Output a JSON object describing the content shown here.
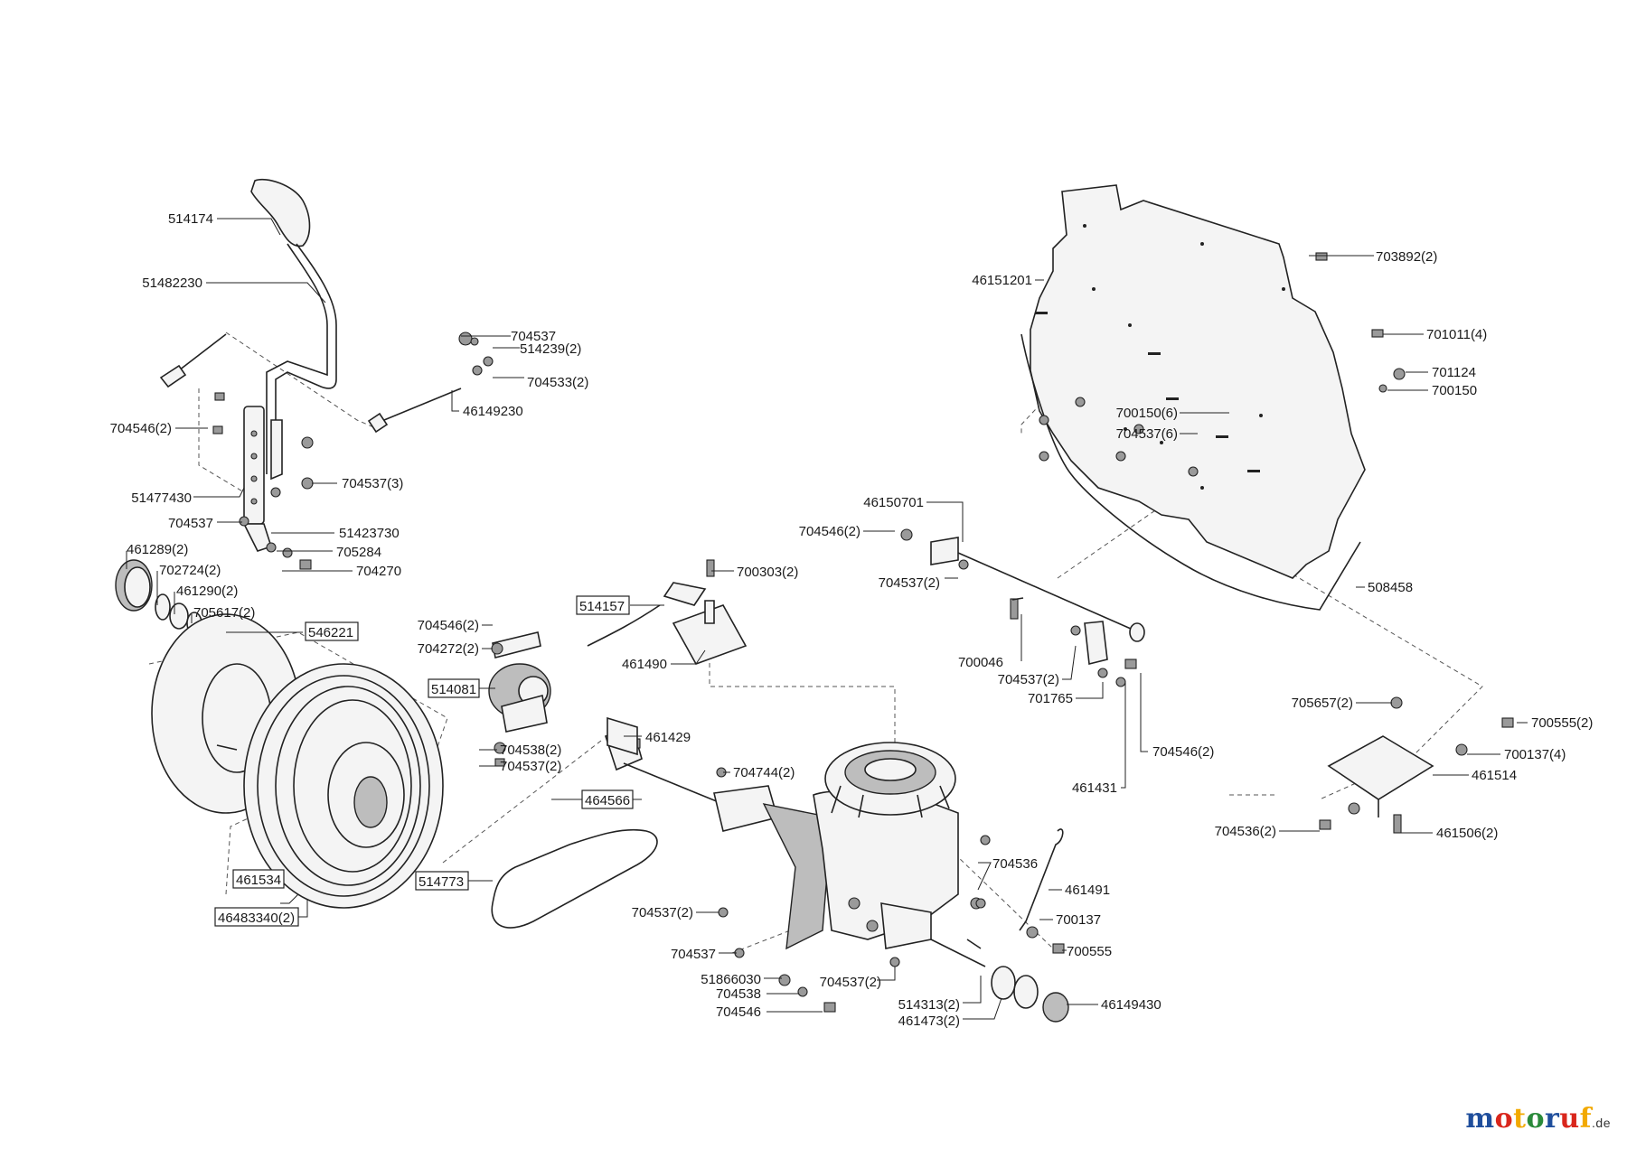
{
  "labels": [
    {
      "id": "l514174",
      "text": "514174",
      "boxed": false
    },
    {
      "id": "l51482230",
      "text": "51482230",
      "boxed": false
    },
    {
      "id": "l704537a",
      "text": "704537",
      "boxed": false
    },
    {
      "id": "l514239",
      "text": "514239(2)",
      "boxed": false
    },
    {
      "id": "l704533",
      "text": "704533(2)",
      "boxed": false
    },
    {
      "id": "l46149230",
      "text": "46149230",
      "boxed": false
    },
    {
      "id": "l704546_2a",
      "text": "704546(2)",
      "boxed": false
    },
    {
      "id": "l704537_3",
      "text": "704537(3)",
      "boxed": false
    },
    {
      "id": "l51477430",
      "text": "51477430",
      "boxed": false
    },
    {
      "id": "l704537b",
      "text": "704537",
      "boxed": false
    },
    {
      "id": "l51423730",
      "text": "51423730",
      "boxed": false
    },
    {
      "id": "l705284",
      "text": "705284",
      "boxed": false
    },
    {
      "id": "l704270",
      "text": "704270",
      "boxed": false
    },
    {
      "id": "l461289",
      "text": "461289(2)",
      "boxed": false
    },
    {
      "id": "l702724",
      "text": "702724(2)",
      "boxed": false
    },
    {
      "id": "l461290",
      "text": "461290(2)",
      "boxed": false
    },
    {
      "id": "l705617",
      "text": "705617(2)",
      "boxed": false
    },
    {
      "id": "l546221",
      "text": "546221",
      "boxed": true
    },
    {
      "id": "l704546_2b",
      "text": "704546(2)",
      "boxed": false
    },
    {
      "id": "l704272",
      "text": "704272(2)",
      "boxed": false
    },
    {
      "id": "l514081",
      "text": "514081",
      "boxed": true
    },
    {
      "id": "l704538_2",
      "text": "704538(2)",
      "boxed": false
    },
    {
      "id": "l704537_2a",
      "text": "704537(2)",
      "boxed": false
    },
    {
      "id": "l514157",
      "text": "514157",
      "boxed": true
    },
    {
      "id": "l700303",
      "text": "700303(2)",
      "boxed": false
    },
    {
      "id": "l461490",
      "text": "461490",
      "boxed": false
    },
    {
      "id": "l461429",
      "text": "461429",
      "boxed": false
    },
    {
      "id": "l464566",
      "text": "464566",
      "boxed": true
    },
    {
      "id": "l704744",
      "text": "704744(2)",
      "boxed": false
    },
    {
      "id": "l461534",
      "text": "461534",
      "boxed": true
    },
    {
      "id": "l514773",
      "text": "514773",
      "boxed": true
    },
    {
      "id": "l46483340",
      "text": "46483340(2)",
      "boxed": true
    },
    {
      "id": "l704537_2b",
      "text": "704537(2)",
      "boxed": false
    },
    {
      "id": "l704537c",
      "text": "704537",
      "boxed": false
    },
    {
      "id": "l51866030",
      "text": "51866030",
      "boxed": false
    },
    {
      "id": "l704538",
      "text": "704538",
      "boxed": false
    },
    {
      "id": "l704546a",
      "text": "704546",
      "boxed": false
    },
    {
      "id": "l704537_2c",
      "text": "704537(2)",
      "boxed": false
    },
    {
      "id": "l514313",
      "text": "514313(2)",
      "boxed": false
    },
    {
      "id": "l461473",
      "text": "461473(2)",
      "boxed": false
    },
    {
      "id": "l46149430",
      "text": "46149430",
      "boxed": false
    },
    {
      "id": "l704536a",
      "text": "704536",
      "boxed": false
    },
    {
      "id": "l461491",
      "text": "461491",
      "boxed": false
    },
    {
      "id": "l700137",
      "text": "700137",
      "boxed": false
    },
    {
      "id": "l700555",
      "text": "700555",
      "boxed": false
    },
    {
      "id": "l46151201",
      "text": "46151201",
      "boxed": false
    },
    {
      "id": "l703892",
      "text": "703892(2)",
      "boxed": false
    },
    {
      "id": "l701011",
      "text": "701011(4)",
      "boxed": false
    },
    {
      "id": "l701124",
      "text": "701124",
      "boxed": false
    },
    {
      "id": "l700150",
      "text": "700150",
      "boxed": false
    },
    {
      "id": "l700150_6",
      "text": "700150(6)",
      "boxed": false
    },
    {
      "id": "l704537_6",
      "text": "704537(6)",
      "boxed": false
    },
    {
      "id": "l46150701",
      "text": "46150701",
      "boxed": false
    },
    {
      "id": "l704546_2c",
      "text": "704546(2)",
      "boxed": false
    },
    {
      "id": "l704537_2d",
      "text": "704537(2)",
      "boxed": false
    },
    {
      "id": "l508458",
      "text": "508458",
      "boxed": false
    },
    {
      "id": "l700046",
      "text": "700046",
      "boxed": false
    },
    {
      "id": "l704537_2e",
      "text": "704537(2)",
      "boxed": false
    },
    {
      "id": "l701765",
      "text": "701765",
      "boxed": false
    },
    {
      "id": "l704546_2d",
      "text": "704546(2)",
      "boxed": false
    },
    {
      "id": "l461431",
      "text": "461431",
      "boxed": false
    },
    {
      "id": "l705657",
      "text": "705657(2)",
      "boxed": false
    },
    {
      "id": "l700555_2",
      "text": "700555(2)",
      "boxed": false
    },
    {
      "id": "l700137_4",
      "text": "700137(4)",
      "boxed": false
    },
    {
      "id": "l461514",
      "text": "461514",
      "boxed": false
    },
    {
      "id": "l704536_2",
      "text": "704536(2)",
      "boxed": false
    },
    {
      "id": "l461506",
      "text": "461506(2)",
      "boxed": false
    }
  ],
  "logo": {
    "text": "motoruf",
    "suffix": ".de",
    "colors": [
      "#1f4e9c",
      "#d9261c",
      "#f2a900",
      "#2a8a3a",
      "#1f4e9c",
      "#d9261c",
      "#f2a900"
    ]
  }
}
